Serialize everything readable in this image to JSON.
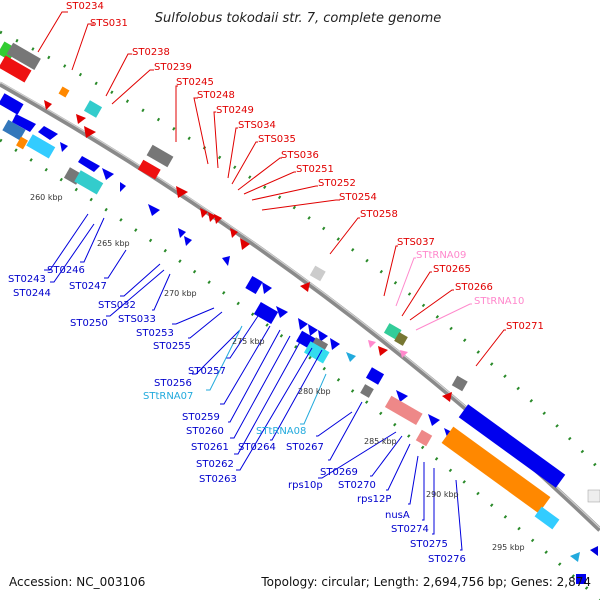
{
  "title": "Sulfolobus tokodaii str. 7, complete genome",
  "footer": {
    "accession": "Accession: NC_003106",
    "topology": "Topology: circular; Length: 2,694,756 bp; Genes: 2,874"
  },
  "colors": {
    "forward_labels": "#e00000",
    "reverse_labels": "#0000cc",
    "trna_forward": "#ff88cc",
    "trna_reverse": "#22aadd",
    "backbone": "#999999",
    "tick": "#228822"
  },
  "ticks": [
    "260 kbp",
    "265 kbp",
    "270 kbp",
    "275 kbp",
    "280 kbp",
    "285 kbp",
    "290 kbp",
    "295 kbp"
  ],
  "forward_labels": [
    "ST0234",
    "STS031",
    "ST0238",
    "ST0239",
    "ST0245",
    "ST0248",
    "ST0249",
    "STS034",
    "STS035",
    "STS036",
    "ST0251",
    "ST0252",
    "ST0254",
    "ST0258",
    "STS037",
    "STtRNA09",
    "ST0265",
    "ST0266",
    "STtRNA10",
    "ST0271"
  ],
  "reverse_labels": [
    "ST0243",
    "ST0244",
    "ST0246",
    "ST0247",
    "STS032",
    "ST0250",
    "STS033",
    "ST0253",
    "ST0255",
    "ST0257",
    "ST0256",
    "STtRNA07",
    "ST0259",
    "ST0260",
    "ST0261",
    "ST0262",
    "ST0263",
    "STtRNA08",
    "ST0264",
    "ST0267",
    "ST0269",
    "rps10p",
    "ST0270",
    "rps12P",
    "nusA",
    "ST0274",
    "ST0275",
    "ST0276"
  ]
}
